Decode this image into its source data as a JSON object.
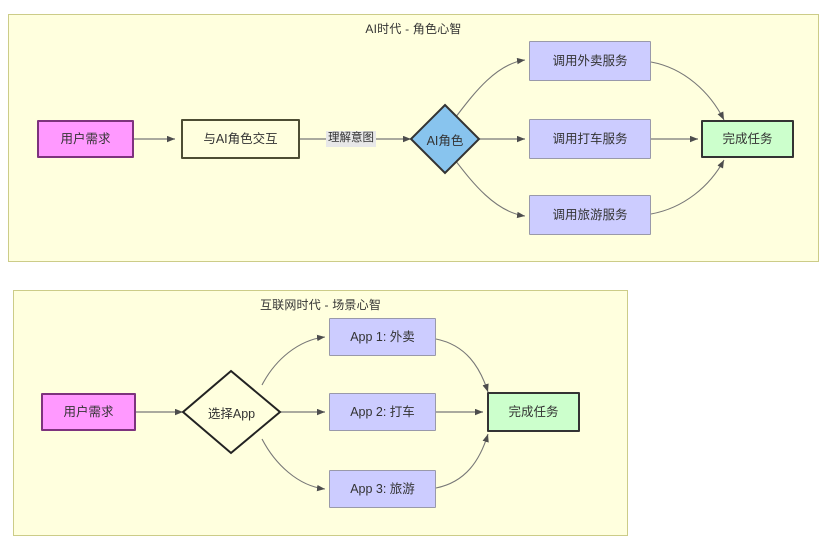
{
  "panels": [
    {
      "id": "ai-era",
      "title": "AI时代 - 角色心智",
      "nodes": {
        "start": "用户需求",
        "interact": "与AI角色交互",
        "decision": "AI角色",
        "service1": "调用外卖服务",
        "service2": "调用打车服务",
        "service3": "调用旅游服务",
        "end": "完成任务"
      },
      "edge_labels": {
        "understand_intent": "理解意图"
      }
    },
    {
      "id": "internet-era",
      "title": "互联网时代 - 场景心智",
      "nodes": {
        "start": "用户需求",
        "decision": "选择App",
        "app1": "App 1: 外卖",
        "app2": "App 2: 打车",
        "app3": "App 3: 旅游",
        "end": "完成任务"
      },
      "edge_labels": {}
    }
  ],
  "colors": {
    "panel_bg": "#ffffde",
    "panel_border": "#cccc88",
    "start_fill": "#ff99ff",
    "start_stroke": "#7d337d",
    "plain_fill": "#ffffde",
    "plain_stroke": "#4d4d33",
    "service_fill": "#ccccff",
    "service_stroke": "#9999aa",
    "decision_fill": "#88c4ee",
    "decision_stroke": "#333333",
    "end_fill": "#ccffcc",
    "end_stroke": "#333333",
    "edge_stroke": "#666666",
    "edge_label_bg": "#e8e8e8"
  }
}
